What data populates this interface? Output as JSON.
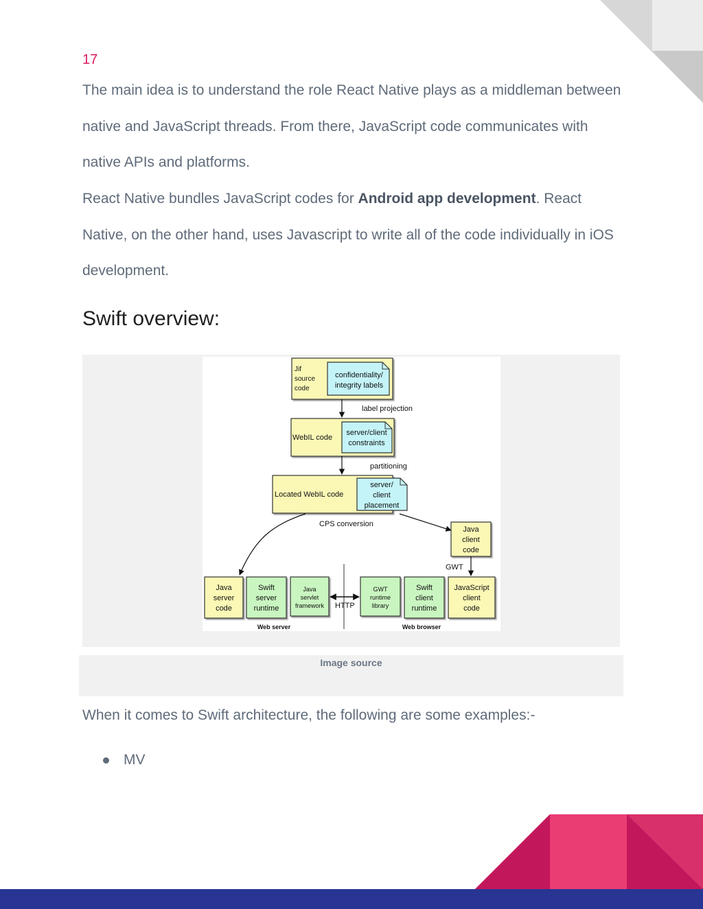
{
  "page_number": "17",
  "paragraph1": "The main idea is to understand the role React Native plays as a middleman between native and JavaScript threads. From there, JavaScript code communicates with native APIs and platforms.",
  "paragraph2": {
    "before": "React Native bundles JavaScript codes for ",
    "bold": "Android app development",
    "after": ". React Native, on the other hand, uses Javascript to write all of the code individually in iOS development."
  },
  "section_title": "Swift overview:",
  "diagram": {
    "jif_source": [
      "Jif",
      "source",
      "code"
    ],
    "conf_labels": [
      "confidentiality/",
      "integrity labels"
    ],
    "label_projection": "label projection",
    "webil_code": "WebIL code",
    "server_client_constraints": [
      "server/client",
      "constraints"
    ],
    "partitioning": "partitioning",
    "located_webil": "Located WebIL code",
    "placement": [
      "server/",
      "client",
      "placement"
    ],
    "cps_conversion": "CPS conversion",
    "java_client_code": [
      "Java",
      "client",
      "code"
    ],
    "gwt": "GWT",
    "java_server_code": [
      "Java",
      "server",
      "code"
    ],
    "swift_server_runtime": [
      "Swift",
      "server",
      "runtime"
    ],
    "java_servlet_framework": [
      "Java",
      "servlet",
      "framework"
    ],
    "http": "HTTP",
    "gwt_runtime_library": [
      "GWT",
      "runtime",
      "library"
    ],
    "swift_client_runtime": [
      "Swift",
      "client",
      "runtime"
    ],
    "javascript_client_code": [
      "JavaScript",
      "client",
      "code"
    ],
    "web_server": "Web server",
    "web_browser": "Web browser"
  },
  "caption": "Image source",
  "paragraph3": "When it comes to Swift architecture, the following are some examples:-",
  "bullets": [
    "MV"
  ],
  "colors": {
    "page_number": "#d81b60",
    "body_text": "#5f6b7a",
    "box_yellow": "#fbf8b6",
    "box_blue": "#c4f4f8",
    "box_green": "#c9f5c0",
    "accent_pink": "#ea3d74",
    "accent_dark_pink": "#c2185b",
    "bottom_band": "#283593"
  }
}
